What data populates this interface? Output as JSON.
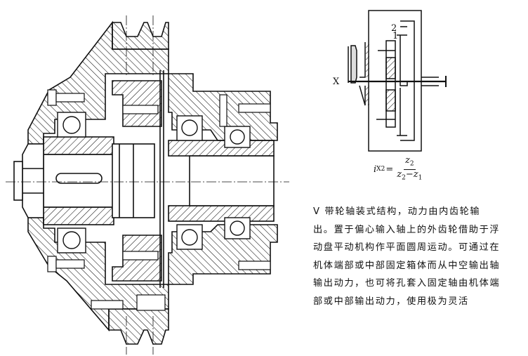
{
  "figure": {
    "title": "V带轮轴装式行星齿轮减速器结构图",
    "main_view": "cross-section",
    "schematic": {
      "input_label": "X",
      "gear_labels": [
        "2",
        "1"
      ],
      "formula": {
        "lhs_symbol": "i",
        "lhs_subscript": "X2",
        "equals": "=",
        "numerator": "z",
        "numerator_sub": "2",
        "den_a": "z",
        "den_a_sub": "2",
        "den_op": "−",
        "den_b": "z",
        "den_b_sub": "1"
      }
    },
    "description_lines": [
      "V 带轮轴装式结构，动力由内齿轮输",
      "出。置于偏心输入轴上的外齿轮借助于浮",
      "动盘平动机构作平面圆周运动。可通过在",
      "机体端部或中部固定箱体而从中空输出轴",
      "输出动力，也可将孔套入固定轴由机体端",
      "部或中部输出动力，使用极为灵活"
    ]
  },
  "colors": {
    "ink": "#111111",
    "paper": "#ffffff"
  }
}
